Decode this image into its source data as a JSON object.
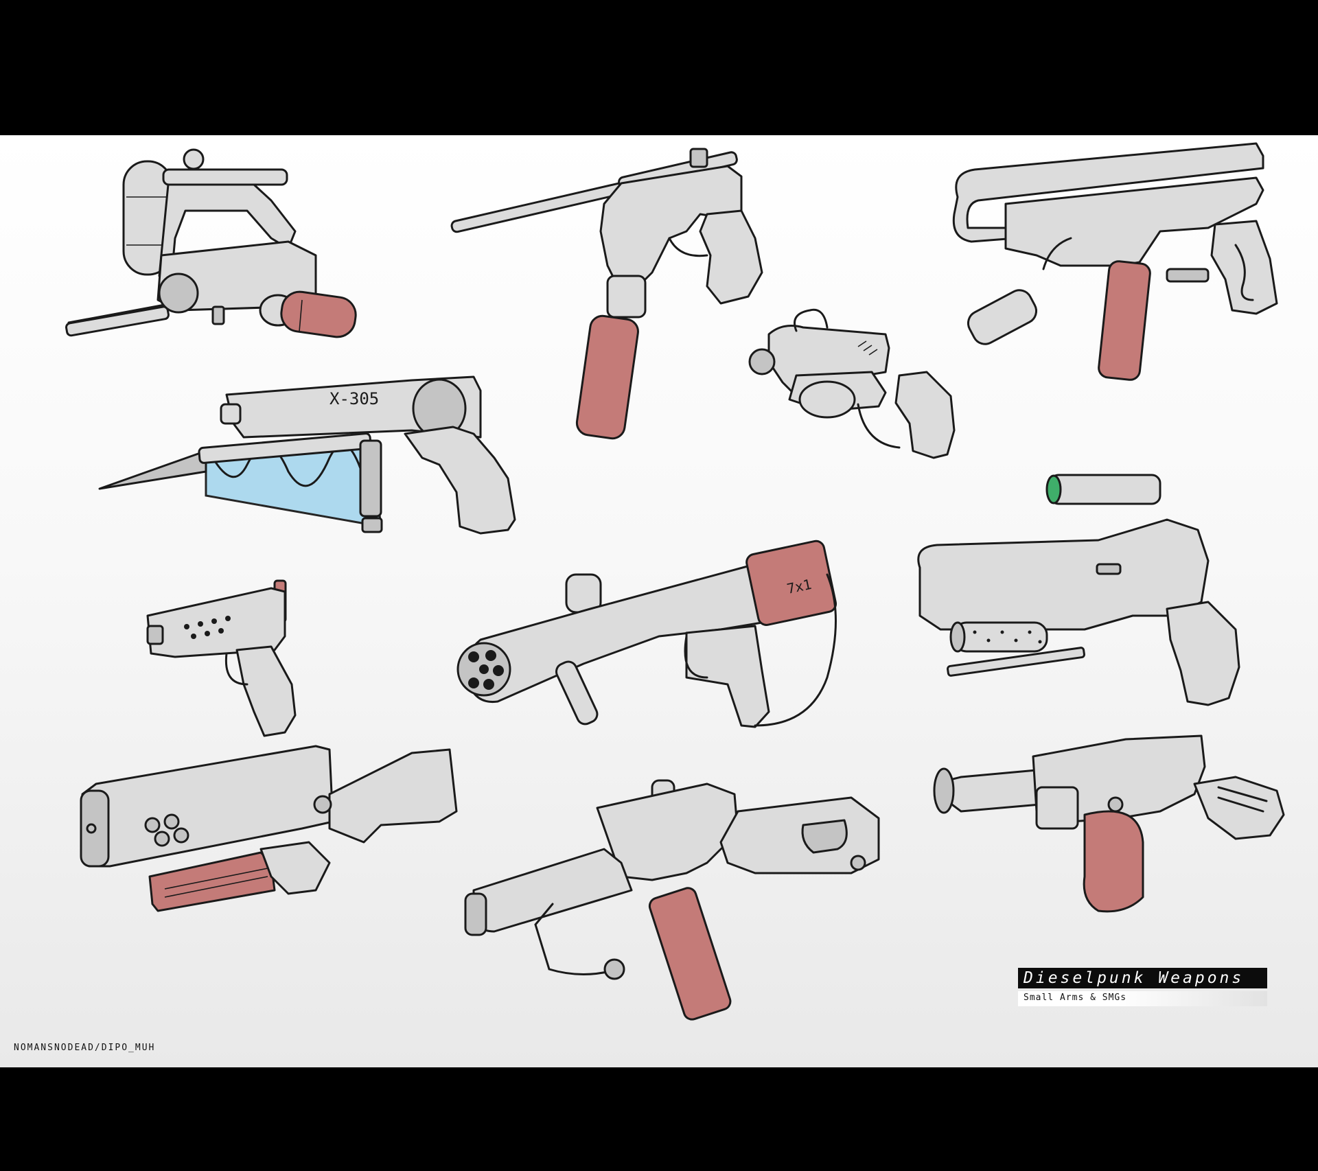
{
  "artwork": {
    "title": "Dieselpunk Weapons",
    "subtitle": "Small Arms & SMGs",
    "credit": "NOMANSNODEAD/DIPO_MUH",
    "markings": {
      "revolver": "X-305",
      "launcher": "7x1"
    }
  },
  "colors": {
    "background": "#000000",
    "sheet": "#f6f6f6",
    "metal": "#dcdcdc",
    "metal_shade": "#c4c4c4",
    "magazine": "#c47b78",
    "outline": "#1a1a1a",
    "energy": "#a9d8ee",
    "lens": "#3fae6a"
  },
  "weapons": [
    {
      "id": "tank-pistol"
    },
    {
      "id": "long-barrel-smg"
    },
    {
      "id": "loop-smg"
    },
    {
      "id": "blade-revolver"
    },
    {
      "id": "ray-gun"
    },
    {
      "id": "compact-pistol"
    },
    {
      "id": "grenade-launcher"
    },
    {
      "id": "scoped-carbine"
    },
    {
      "id": "box-rifle"
    },
    {
      "id": "skeleton-smg"
    },
    {
      "id": "drum-shotgun"
    }
  ]
}
